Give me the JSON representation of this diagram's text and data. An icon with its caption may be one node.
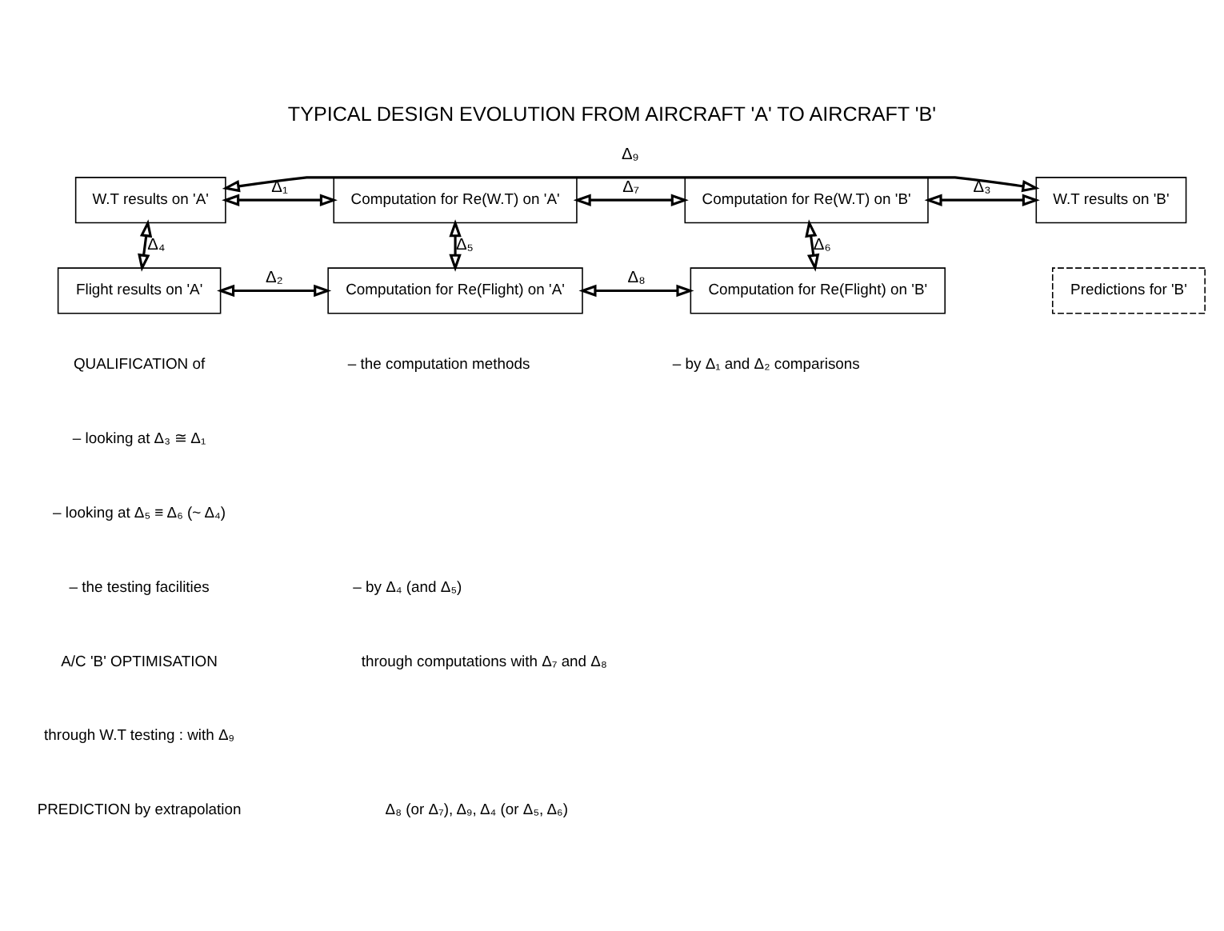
{
  "diagram": {
    "title": "TYPICAL DESIGN EVOLUTION FROM AIRCRAFT 'A' TO AIRCRAFT 'B'",
    "nodes": [
      {
        "text": [
          "W.T results on 'A'"
        ]
      },
      {
        "text": [
          "Computation for Re(W.T) on 'A'"
        ]
      },
      {
        "text": [
          "Computation for Re(W.T) on 'B'"
        ]
      },
      {
        "text": [
          "W.T results on 'B'"
        ]
      },
      {
        "text": [
          "Flight results on 'A'"
        ]
      },
      {
        "text": [
          "Computation for Re(Flight) on 'A'"
        ]
      },
      {
        "text": [
          "Computation for Re(Flight) on 'B'"
        ]
      },
      {
        "text": [
          "Predictions for 'B'"
        ]
      }
    ],
    "edges": [
      {
        "from": 0,
        "to": 3,
        "arrow": "both",
        "label": "Δ₉"
      },
      {
        "from": 0,
        "to": 1,
        "arrow": "both",
        "label": "Δ₁"
      },
      {
        "from": 1,
        "to": 2,
        "arrow": "both",
        "label": "Δ₇"
      },
      {
        "from": 2,
        "to": 3,
        "arrow": "both",
        "label": "Δ₃"
      },
      {
        "from": 0,
        "to": 4,
        "arrow": "both",
        "label": "Δ₄"
      },
      {
        "from": 1,
        "to": 5,
        "arrow": "both",
        "label": "Δ₅"
      },
      {
        "from": 2,
        "to": 6,
        "arrow": "both",
        "label": "Δ₆"
      },
      {
        "from": 4,
        "to": 5,
        "arrow": "both",
        "label": "Δ₂"
      },
      {
        "from": 5,
        "to": 6,
        "arrow": "both",
        "label": "Δ₈"
      }
    ],
    "labels": [
      "QUALIFICATION of",
      "– the computation methods",
      "– by Δ₁ and Δ₂ comparisons",
      "– looking at Δ₃ ≅ Δ₁",
      "– looking at Δ₅ ≡ Δ₆ (~ Δ₄)",
      "– the testing facilities",
      "– by Δ₄ (and Δ₅)",
      "A/C 'B' OPTIMISATION",
      "through computations with Δ₇ and Δ₈",
      "through W.T testing : with Δ₉",
      "PREDICTION by extrapolation",
      "Δ₈ (or Δ₇), Δ₉, Δ₄ (or Δ₅, Δ₆)"
    ]
  }
}
